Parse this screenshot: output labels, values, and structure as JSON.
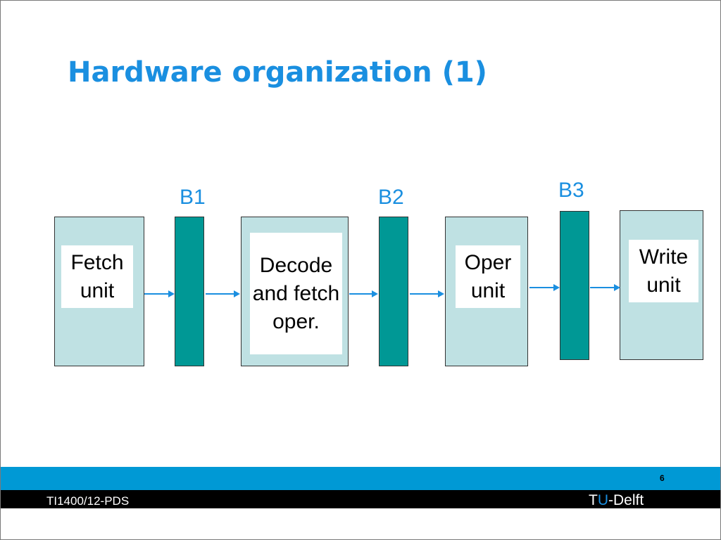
{
  "slide": {
    "title": "Hardware organization (1)",
    "page_number": "6",
    "course_code": "TI1400/12-PDS",
    "logo": {
      "part1": "T",
      "part2": "U",
      "part3": "-Delft"
    }
  },
  "diagram": {
    "units": [
      {
        "id": "fetch",
        "label": "Fetch unit"
      },
      {
        "id": "decode",
        "label": "Decode and fetch oper."
      },
      {
        "id": "oper",
        "label": "Oper unit"
      },
      {
        "id": "write",
        "label": "Write unit"
      }
    ],
    "buffers": [
      {
        "id": "b1",
        "label": "B1"
      },
      {
        "id": "b2",
        "label": "B2"
      },
      {
        "id": "b3",
        "label": "B3"
      }
    ],
    "colors": {
      "unit_fill": "#bfe1e3",
      "buffer_fill": "#009895",
      "accent": "#1a8fe0",
      "footer_band": "#0099d5"
    }
  }
}
